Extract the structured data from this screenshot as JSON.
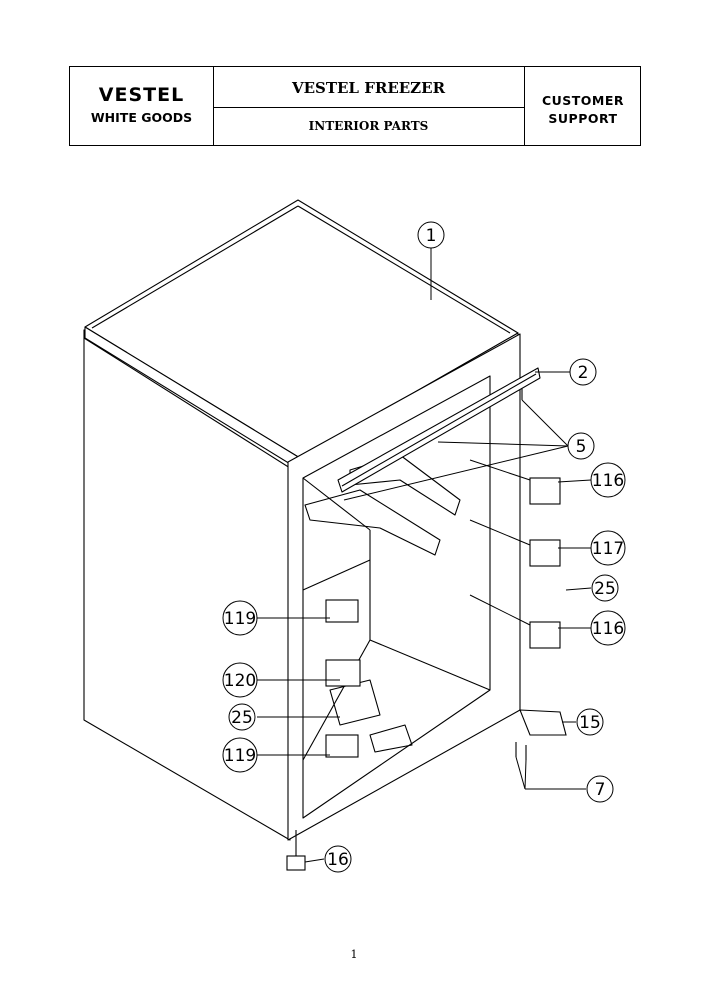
{
  "header": {
    "brand_name": "VESTEL",
    "brand_sub": "WHITE GOODS",
    "title": "VESTEL FREEZER",
    "subtitle": "INTERIOR PARTS",
    "support_line1": "CUSTOMER",
    "support_line2": "SUPPORT"
  },
  "callouts": [
    "1",
    "2",
    "5",
    "116",
    "117",
    "25",
    "116",
    "15",
    "7",
    "119",
    "120",
    "25",
    "119",
    "16"
  ],
  "page_number": "1"
}
